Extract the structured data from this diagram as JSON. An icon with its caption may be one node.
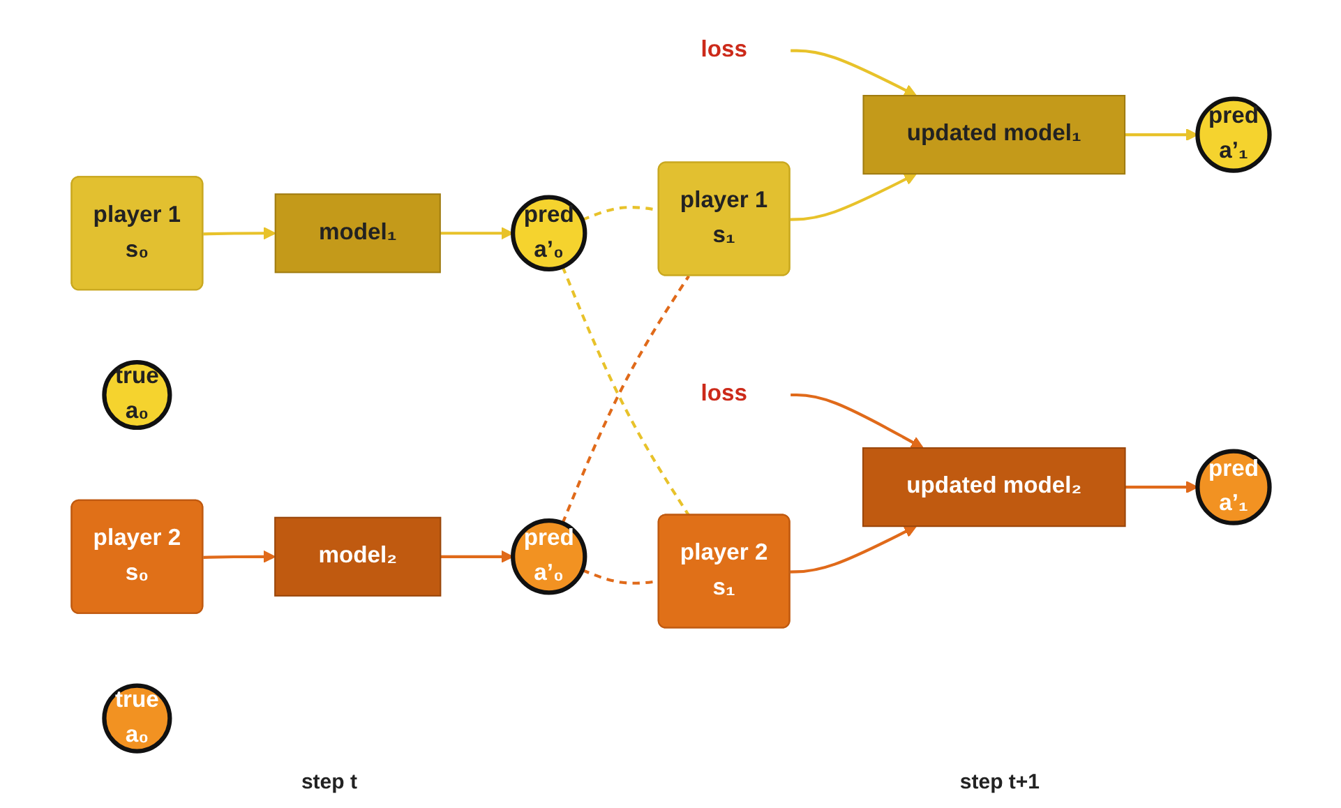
{
  "diagram": {
    "nodes": [
      {
        "text": [
          "player 1",
          "s₀"
        ]
      },
      {
        "text": [
          "model₁"
        ]
      },
      {
        "text": [
          "pred",
          "a’₀"
        ]
      },
      {
        "text": [
          "true",
          "a₀"
        ]
      },
      {
        "text": [
          "loss"
        ]
      },
      {
        "text": [
          "player 1",
          "s₁"
        ]
      },
      {
        "text": [
          "updated model₁"
        ]
      },
      {
        "text": [
          "pred",
          "a’₁"
        ]
      },
      {
        "text": [
          "player 2",
          "s₀"
        ]
      },
      {
        "text": [
          "model₂"
        ]
      },
      {
        "text": [
          "pred",
          "a’₀"
        ]
      },
      {
        "text": [
          "true",
          "a₀"
        ]
      },
      {
        "text": [
          "loss"
        ]
      },
      {
        "text": [
          "player 2",
          "s₁"
        ]
      },
      {
        "text": [
          "updated model₂"
        ]
      },
      {
        "text": [
          "pred",
          "a’₁"
        ]
      }
    ],
    "edges": [
      {
        "from": 0,
        "to": 1,
        "arrow": "to",
        "color": "#e8c22a"
      },
      {
        "from": 1,
        "to": 2,
        "arrow": "to",
        "color": "#e8c22a"
      },
      {
        "from": 4,
        "to": 6,
        "arrow": "to",
        "color": "#e8c22a"
      },
      {
        "from": 5,
        "to": 6,
        "arrow": "to",
        "color": "#e8c22a"
      },
      {
        "from": 6,
        "to": 7,
        "arrow": "to",
        "color": "#e8c22a"
      },
      {
        "from": 2,
        "to": 5,
        "arrow": "none",
        "style": "dashed",
        "color": "#e8c22a"
      },
      {
        "from": 2,
        "to": 13,
        "arrow": "none",
        "style": "dashed",
        "color": "#e8c22a"
      },
      {
        "from": 8,
        "to": 9,
        "arrow": "to",
        "color": "#e06a1a"
      },
      {
        "from": 9,
        "to": 10,
        "arrow": "to",
        "color": "#e06a1a"
      },
      {
        "from": 12,
        "to": 14,
        "arrow": "to",
        "color": "#e06a1a"
      },
      {
        "from": 13,
        "to": 14,
        "arrow": "to",
        "color": "#e06a1a"
      },
      {
        "from": 14,
        "to": 15,
        "arrow": "to",
        "color": "#e06a1a"
      },
      {
        "from": 10,
        "to": 5,
        "arrow": "none",
        "style": "dashed",
        "color": "#e06a1a"
      },
      {
        "from": 10,
        "to": 13,
        "arrow": "none",
        "style": "dashed",
        "color": "#e06a1a"
      }
    ],
    "labels": [
      "step t",
      "step t+1"
    ]
  }
}
